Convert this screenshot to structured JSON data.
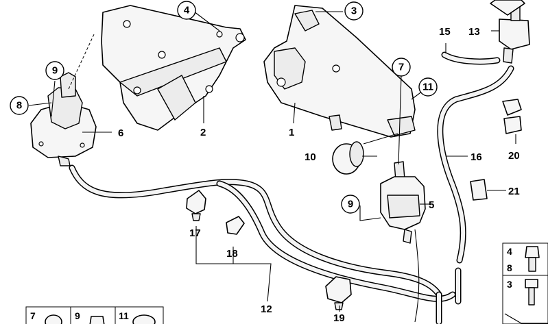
{
  "callouts": {
    "c1": "1",
    "c2": "2",
    "c3": "3",
    "c4": "4",
    "c5": "5",
    "c6": "6",
    "c7": "7",
    "c8": "8",
    "c9a": "9",
    "c9b": "9",
    "c10": "10",
    "c11": "11",
    "c12": "12",
    "c13": "13",
    "c15": "15",
    "c16": "16",
    "c17": "17",
    "c18": "18",
    "c19": "19",
    "c20": "20",
    "c21": "21"
  },
  "legend_boxes": {
    "b7": "7",
    "b9": "9",
    "b11": "11",
    "r4": "4",
    "r8": "8",
    "r3": "3"
  }
}
